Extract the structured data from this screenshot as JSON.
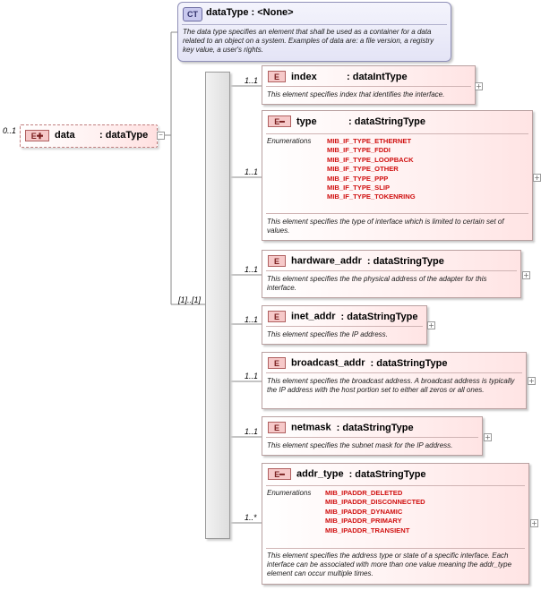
{
  "complex_type": {
    "badge": "CT",
    "title": "dataType : <None>",
    "description": "The data type specifies an element that shall be used as a container for a data related to an object on a system. Examples of data are: a file version, a registry key value, a user's rights."
  },
  "root": {
    "occurrence": "0..1",
    "badge": "E",
    "name": "data",
    "type": ": dataType"
  },
  "sequence": {
    "occurrence": "[1]..[1]"
  },
  "elements": [
    {
      "occurrence": "1..1",
      "name": "index",
      "type": ": dataIntType",
      "description": "This element specifies index that identifies the interface."
    },
    {
      "occurrence": "1..1",
      "name": "type",
      "type": ": dataStringType",
      "enum_label": "Enumerations",
      "enumerations": [
        "MIB_IF_TYPE_ETHERNET",
        "MIB_IF_TYPE_FDDI",
        "MIB_IF_TYPE_LOOPBACK",
        "MIB_IF_TYPE_OTHER",
        "MIB_IF_TYPE_PPP",
        "MIB_IF_TYPE_SLIP",
        "MIB_IF_TYPE_TOKENRING"
      ],
      "description": "This element specifies the type of interface which is limited to certain set of values."
    },
    {
      "occurrence": "1..1",
      "name": "hardware_addr",
      "type": ": dataStringType",
      "description": "This element specifies the the physical address of the adapter for this interface."
    },
    {
      "occurrence": "1..1",
      "name": "inet_addr",
      "type": ": dataStringType",
      "description": "This element specifies the IP address."
    },
    {
      "occurrence": "1..1",
      "name": "broadcast_addr",
      "type": ": dataStringType",
      "description": "This element specifies the broadcast address. A broadcast address is typically the IP address with the host portion set to either all zeros or all ones."
    },
    {
      "occurrence": "1..1",
      "name": "netmask",
      "type": ": dataStringType",
      "description": "This element specifies the subnet mask for the IP address."
    },
    {
      "occurrence": "1..*",
      "name": "addr_type",
      "type": ": dataStringType",
      "enum_label": "Enumerations",
      "enumerations": [
        "MIB_IPADDR_DELETED",
        "MIB_IPADDR_DISCONNECTED",
        "MIB_IPADDR_DYNAMIC",
        "MIB_IPADDR_PRIMARY",
        "MIB_IPADDR_TRANSIENT"
      ],
      "description": "This element specifies the address type or state of a specific interface. Each interface can be associated with more than one value meaning the addr_type element can occur multiple times."
    }
  ],
  "badge_label": "E"
}
